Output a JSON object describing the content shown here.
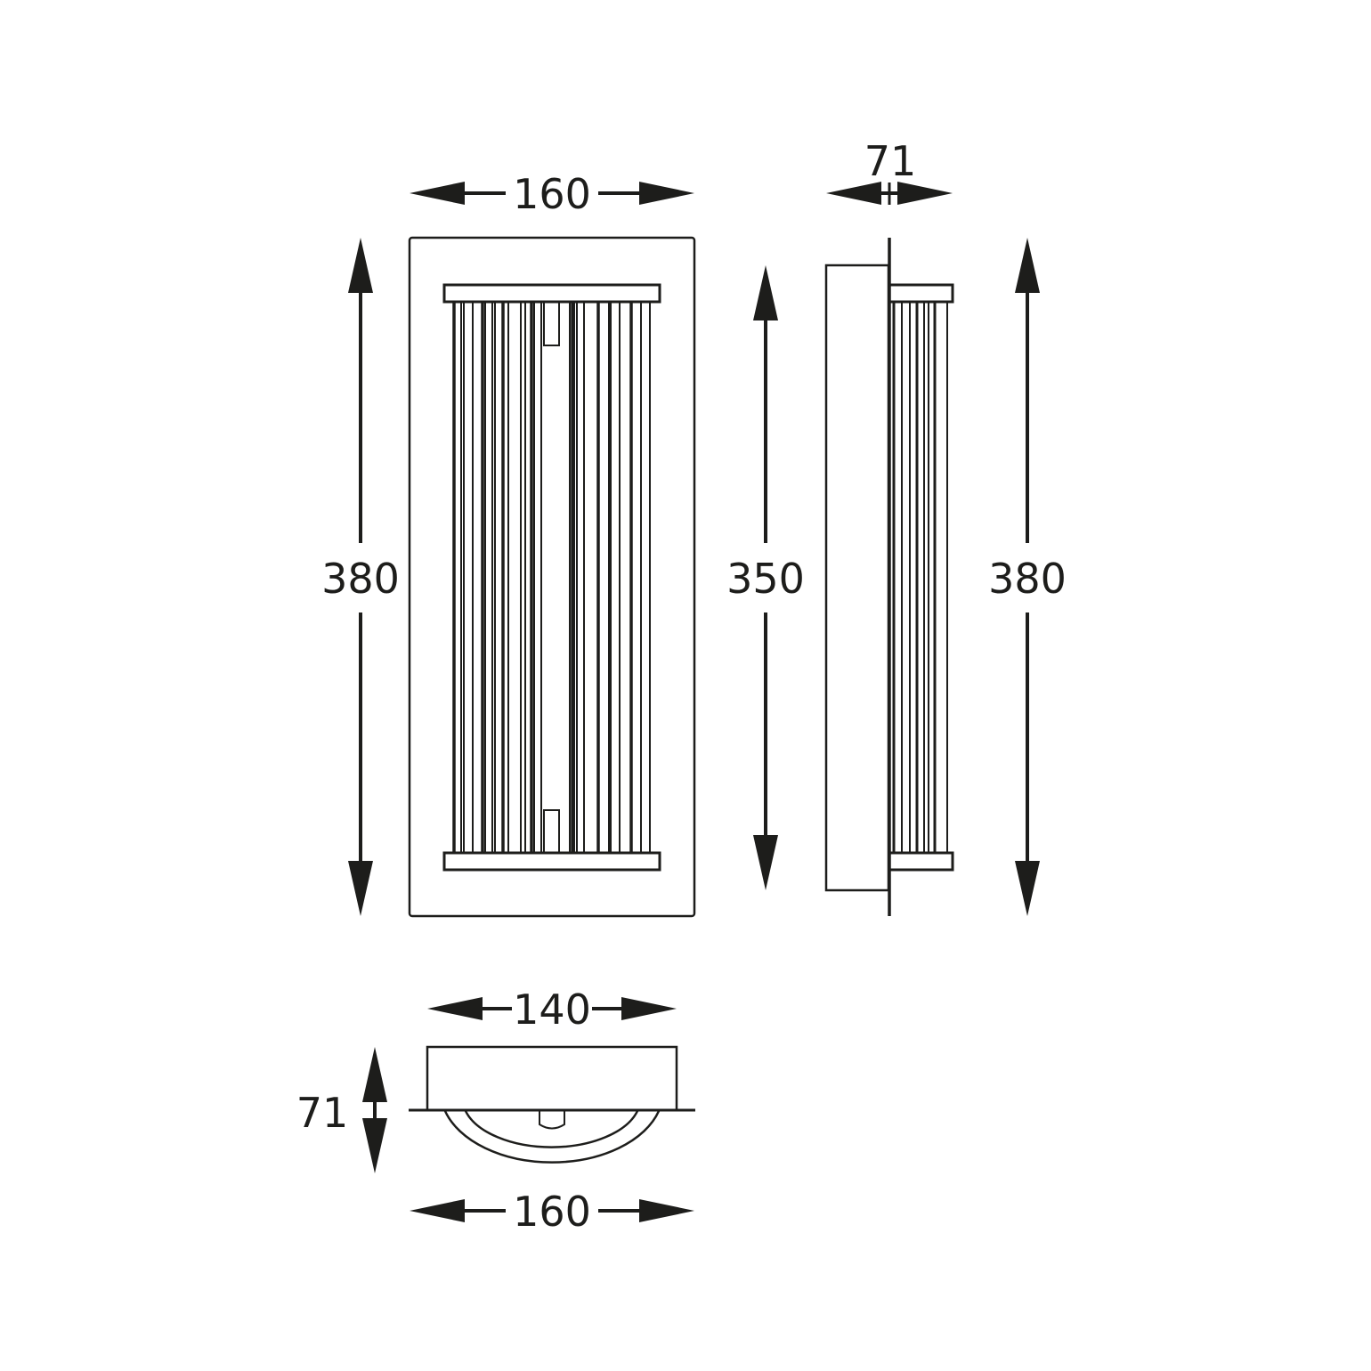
{
  "drawing": {
    "front_view": {
      "width_label": "160",
      "height_label": "380",
      "diffuser_height_label": "350"
    },
    "side_view": {
      "depth_label": "71",
      "height_label": "380"
    },
    "bottom_view": {
      "backplate_width_label": "140",
      "depth_label": "71",
      "overall_width_label": "160"
    },
    "line_color": "#1d1d1b"
  }
}
